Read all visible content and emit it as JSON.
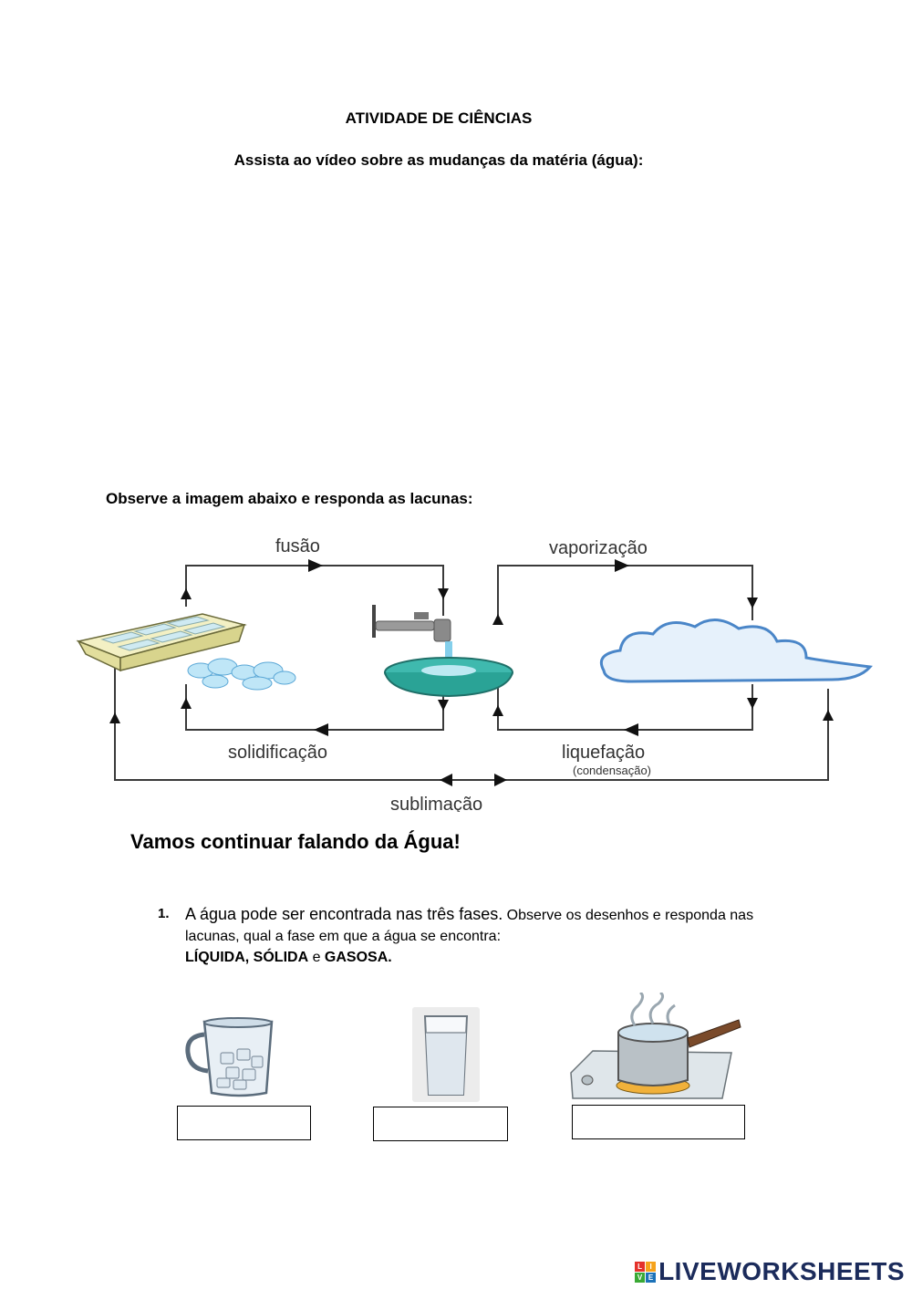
{
  "header": {
    "title": "ATIVIDADE DE CIÊNCIAS",
    "subtitle": "Assista ao vídeo sobre as mudanças da matéria (água):"
  },
  "instruction": "Observe a imagem abaixo e responda as lacunas:",
  "diagram": {
    "labels": {
      "fusion": "fusão",
      "vaporization": "vaporização",
      "solidification": "solidificação",
      "liquefaction": "liquefação",
      "condensation": "(condensação)",
      "sublimation": "sublimação"
    },
    "colors": {
      "line": "#3a3a3a",
      "ice": "#f3f0c4",
      "water": "#3fb9ae",
      "cloud": "#e6f1fb",
      "cloud_stroke": "#4a86c8"
    }
  },
  "section_title": "Vamos continuar falando da Água!",
  "question": {
    "number": "1.",
    "text_lead": "A água pode ser encontrada nas três fases.",
    "text_rest": " Observe os desenhos e responda nas lacunas, qual a fase em que a água se encontra:",
    "answer_liquid": "LÍQUIDA,",
    "answer_solid": "SÓLIDA",
    "connector": " e ",
    "answer_gas": "GASOSA."
  },
  "images": [
    {
      "icon": "ice-jar-icon"
    },
    {
      "icon": "water-glass-icon"
    },
    {
      "icon": "boiling-pot-icon"
    }
  ],
  "answers": [
    {
      "value": ""
    },
    {
      "value": ""
    },
    {
      "value": ""
    }
  ],
  "branding": {
    "logo_text": "LIVEWORKSHEETS",
    "badge_letters": [
      "L",
      "I",
      "V",
      "E"
    ],
    "badge_colors": [
      "#e4312b",
      "#f6a21a",
      "#3aa935",
      "#1c72b8"
    ]
  }
}
